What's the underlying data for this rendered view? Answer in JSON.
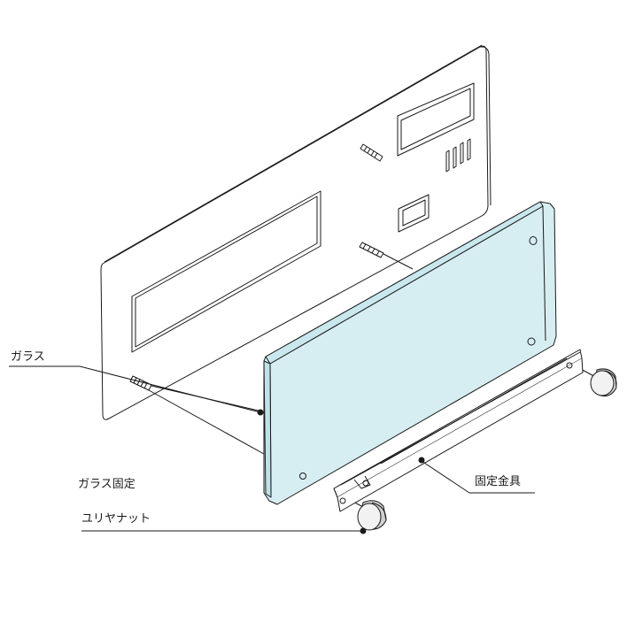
{
  "labels": {
    "glass": "ガラス",
    "glass_fixing": "ガラス固定",
    "urea_nut": "ユリヤナット",
    "bracket": "固定金具"
  },
  "colors": {
    "line": "#1a1a1a",
    "glass_face": "#d6eef2",
    "glass_edge": "#bfe2e8",
    "nut_face": "#f2f2f2",
    "nut_side": "#d0d0d0"
  }
}
